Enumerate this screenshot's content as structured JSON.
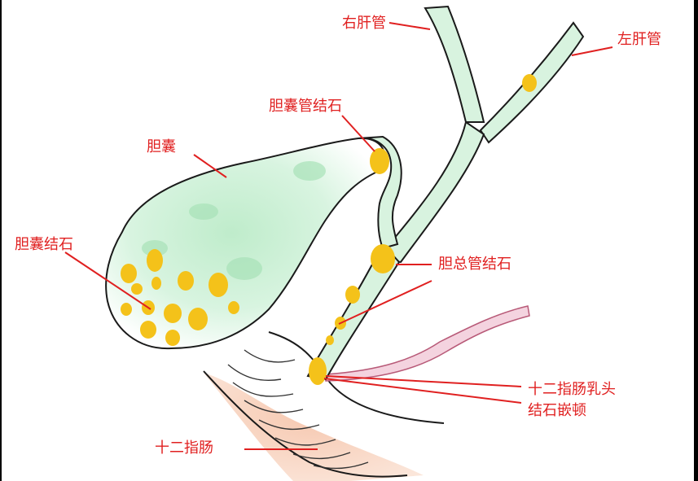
{
  "labels": {
    "right_hepatic_duct": "右肝管",
    "left_hepatic_duct": "左肝管",
    "cystic_duct_stone": "胆囊管结石",
    "gallbladder": "胆囊",
    "gallbladder_stones": "胆囊结石",
    "common_bile_duct_stone": "胆总管结石",
    "papilla_stone_line1": "十二指肠乳头",
    "papilla_stone_line2": "结石嵌顿",
    "duodenum": "十二指肠"
  },
  "colors": {
    "label_text": "#e02020",
    "leader_line": "#e02020",
    "outline": "#1a1a1a",
    "bile_green": "#9fe0b0",
    "stone_yellow": "#f4c21a",
    "duodenum_peach": "#f6cdb7",
    "pancreatic_duct_pink": "#e9a3b8",
    "background": "#ffffff"
  }
}
